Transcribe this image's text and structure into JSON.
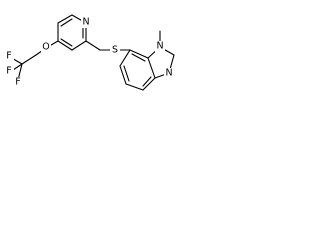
{
  "molecule": {
    "atoms": [
      {
        "id": "F1",
        "label": "F"
      },
      {
        "id": "F2",
        "label": "F"
      },
      {
        "id": "F3",
        "label": "F"
      },
      {
        "id": "O1",
        "label": "O"
      },
      {
        "id": "N1",
        "label": "N"
      },
      {
        "id": "S1",
        "label": "S"
      },
      {
        "id": "N2",
        "label": "N"
      },
      {
        "id": "N3",
        "label": "N"
      }
    ],
    "substituents": [
      {
        "id": "Me1",
        "label": "methyl"
      }
    ]
  }
}
